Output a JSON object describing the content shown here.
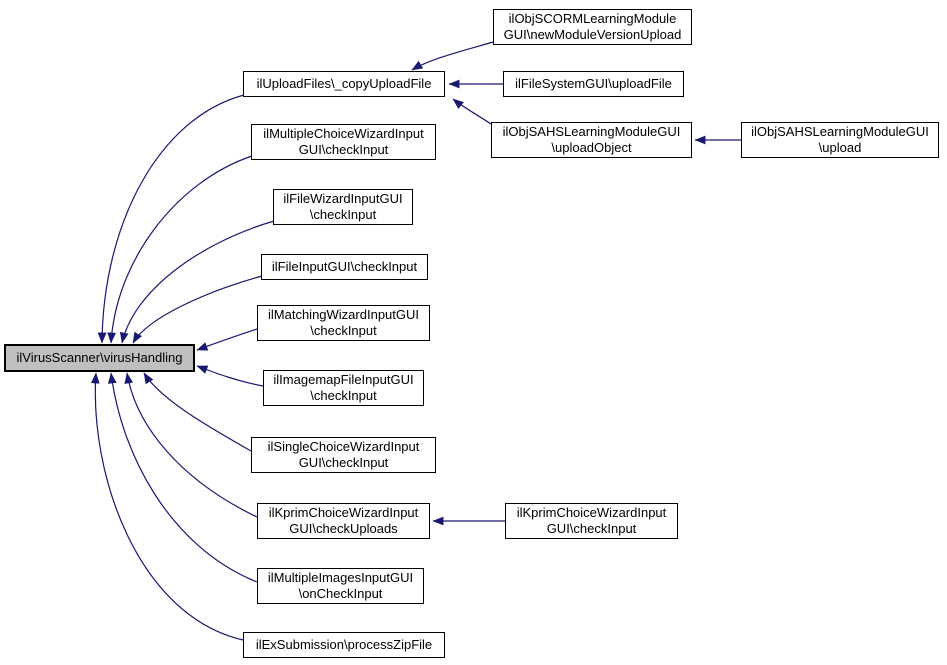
{
  "diagram": {
    "type": "call-graph",
    "colors": {
      "edge": "#191970",
      "node_border": "#000000",
      "node_fill": "#ffffff",
      "highlight_fill": "#bfbfbf",
      "background": "#ffffff"
    },
    "nodes": [
      {
        "id": "virusHandling",
        "highlighted": true,
        "lines": [
          "ilVirusScanner\\virusHandling"
        ]
      },
      {
        "id": "copyUploadFile",
        "highlighted": false,
        "lines": [
          "ilUploadFiles\\_copyUploadFile"
        ]
      },
      {
        "id": "newModuleVersionUpload",
        "highlighted": false,
        "lines": [
          "ilObjSCORMLearningModule",
          "GUI\\newModuleVersionUpload"
        ]
      },
      {
        "id": "uploadFile",
        "highlighted": false,
        "lines": [
          "ilFileSystemGUI\\uploadFile"
        ]
      },
      {
        "id": "uploadObject",
        "highlighted": false,
        "lines": [
          "ilObjSAHSLearningModuleGUI",
          "\\uploadObject"
        ]
      },
      {
        "id": "upload",
        "highlighted": false,
        "lines": [
          "ilObjSAHSLearningModuleGUI",
          "\\upload"
        ]
      },
      {
        "id": "multipleChoiceCheckInput",
        "highlighted": false,
        "lines": [
          "ilMultipleChoiceWizardInput",
          "GUI\\checkInput"
        ]
      },
      {
        "id": "fileWizardCheckInput",
        "highlighted": false,
        "lines": [
          "ilFileWizardInputGUI",
          "\\checkInput"
        ]
      },
      {
        "id": "fileInputCheckInput",
        "highlighted": false,
        "lines": [
          "ilFileInputGUI\\checkInput"
        ]
      },
      {
        "id": "matchingCheckInput",
        "highlighted": false,
        "lines": [
          "ilMatchingWizardInputGUI",
          "\\checkInput"
        ]
      },
      {
        "id": "imagemapCheckInput",
        "highlighted": false,
        "lines": [
          "ilImagemapFileInputGUI",
          "\\checkInput"
        ]
      },
      {
        "id": "singleChoiceCheckInput",
        "highlighted": false,
        "lines": [
          "ilSingleChoiceWizardInput",
          "GUI\\checkInput"
        ]
      },
      {
        "id": "kprimCheckUploads",
        "highlighted": false,
        "lines": [
          "ilKprimChoiceWizardInput",
          "GUI\\checkUploads"
        ]
      },
      {
        "id": "kprimCheckInput",
        "highlighted": false,
        "lines": [
          "ilKprimChoiceWizardInput",
          "GUI\\checkInput"
        ]
      },
      {
        "id": "multipleImagesOnCheckInput",
        "highlighted": false,
        "lines": [
          "ilMultipleImagesInputGUI",
          "\\onCheckInput"
        ]
      },
      {
        "id": "processZipFile",
        "highlighted": false,
        "lines": [
          "ilExSubmission\\processZipFile"
        ]
      }
    ],
    "edges": [
      {
        "from": "ilUploadFiles\\_copyUploadFile",
        "to": "ilVirusScanner\\virusHandling"
      },
      {
        "from": "ilMultipleChoiceWizardInputGUI\\checkInput",
        "to": "ilVirusScanner\\virusHandling"
      },
      {
        "from": "ilFileWizardInputGUI\\checkInput",
        "to": "ilVirusScanner\\virusHandling"
      },
      {
        "from": "ilFileInputGUI\\checkInput",
        "to": "ilVirusScanner\\virusHandling"
      },
      {
        "from": "ilMatchingWizardInputGUI\\checkInput",
        "to": "ilVirusScanner\\virusHandling"
      },
      {
        "from": "ilImagemapFileInputGUI\\checkInput",
        "to": "ilVirusScanner\\virusHandling"
      },
      {
        "from": "ilSingleChoiceWizardInputGUI\\checkInput",
        "to": "ilVirusScanner\\virusHandling"
      },
      {
        "from": "ilKprimChoiceWizardInputGUI\\checkUploads",
        "to": "ilVirusScanner\\virusHandling"
      },
      {
        "from": "ilMultipleImagesInputGUI\\onCheckInput",
        "to": "ilVirusScanner\\virusHandling"
      },
      {
        "from": "ilExSubmission\\processZipFile",
        "to": "ilVirusScanner\\virusHandling"
      },
      {
        "from": "ilObjSCORMLearningModuleGUI\\newModuleVersionUpload",
        "to": "ilUploadFiles\\_copyUploadFile"
      },
      {
        "from": "ilFileSystemGUI\\uploadFile",
        "to": "ilUploadFiles\\_copyUploadFile"
      },
      {
        "from": "ilObjSAHSLearningModuleGUI\\uploadObject",
        "to": "ilUploadFiles\\_copyUploadFile"
      },
      {
        "from": "ilObjSAHSLearningModuleGUI\\upload",
        "to": "ilObjSAHSLearningModuleGUI\\uploadObject"
      },
      {
        "from": "ilKprimChoiceWizardInputGUI\\checkInput",
        "to": "ilKprimChoiceWizardInputGUI\\checkUploads"
      }
    ]
  }
}
